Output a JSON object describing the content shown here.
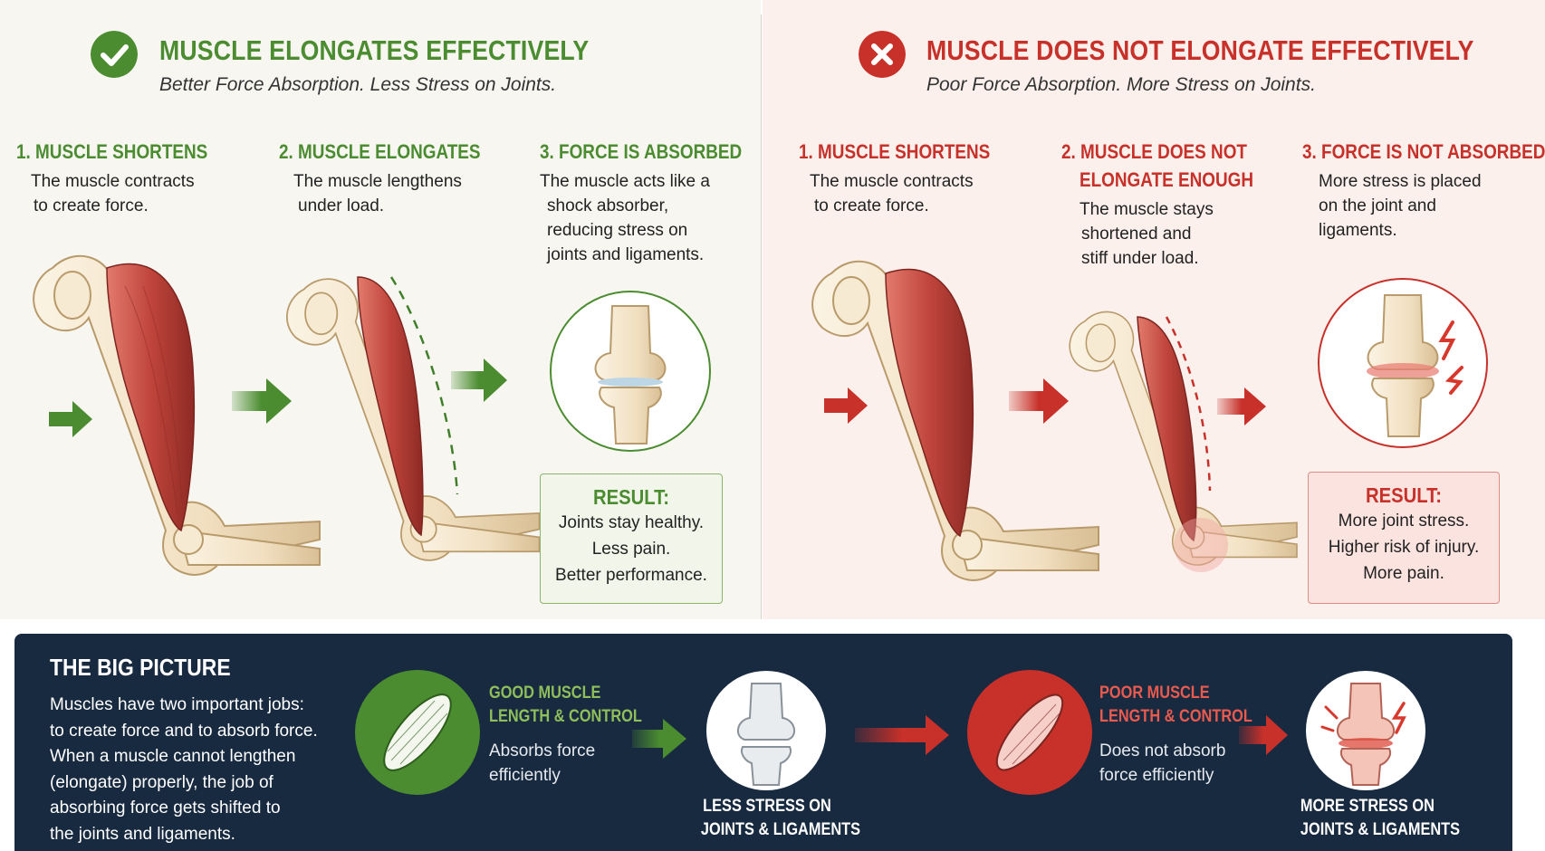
{
  "colors": {
    "good": "#4a8c2f",
    "bad": "#c8302a",
    "navy": "#182a40",
    "muscle": "#c0453c",
    "bone": "#f0dfc2"
  },
  "good_panel": {
    "icon": "checkmark-icon",
    "title": "MUSCLE ELONGATES EFFECTIVELY",
    "subtitle": "Better Force Absorption. Less Stress on Joints.",
    "steps": [
      {
        "title": "1. MUSCLE SHORTENS",
        "lines": [
          "The muscle contracts",
          "to create force."
        ]
      },
      {
        "title": "2. MUSCLE ELONGATES",
        "lines": [
          "The muscle lengthens",
          "under load."
        ]
      },
      {
        "title": "3. FORCE IS ABSORBED",
        "lines": [
          "The muscle acts like a",
          "shock absorber,",
          "reducing stress on",
          "joints and ligaments."
        ]
      }
    ],
    "result": {
      "title": "RESULT:",
      "lines": [
        "Joints stay healthy.",
        "Less pain.",
        "Better performance."
      ]
    }
  },
  "bad_panel": {
    "icon": "x-mark-icon",
    "title": "MUSCLE DOES NOT ELONGATE EFFECTIVELY",
    "subtitle": "Poor Force Absorption. More Stress on Joints.",
    "steps": [
      {
        "title": "1. MUSCLE SHORTENS",
        "lines": [
          "The muscle contracts",
          "to create force."
        ]
      },
      {
        "title_lines": [
          "2. MUSCLE DOES NOT",
          "ELONGATE ENOUGH"
        ],
        "lines": [
          "The muscle stays",
          "shortened and",
          "stiff under load."
        ]
      },
      {
        "title": "3. FORCE IS NOT ABSORBED",
        "lines": [
          "More stress is placed",
          "on the joint and",
          "ligaments."
        ]
      }
    ],
    "result": {
      "title": "RESULT:",
      "lines": [
        "More joint stress.",
        "Higher risk of injury.",
        "More pain."
      ]
    }
  },
  "big_picture": {
    "title": "THE BIG PICTURE",
    "lines": [
      "Muscles have two important jobs:",
      "to create force and to absorb force.",
      "When a muscle cannot lengthen",
      "(elongate) properly, the job of",
      "absorbing force gets shifted to",
      "the joints and ligaments."
    ],
    "good_label": [
      "GOOD MUSCLE",
      "LENGTH & CONTROL"
    ],
    "good_desc": [
      "Absorbs force",
      "efficiently"
    ],
    "good_caption": [
      "LESS STRESS ON",
      "JOINTS & LIGAMENTS"
    ],
    "bad_label": [
      "POOR MUSCLE",
      "LENGTH & CONTROL"
    ],
    "bad_desc": [
      "Does not absorb",
      "force efficiently"
    ],
    "bad_caption": [
      "MORE STRESS ON",
      "JOINTS & LIGAMENTS"
    ]
  }
}
